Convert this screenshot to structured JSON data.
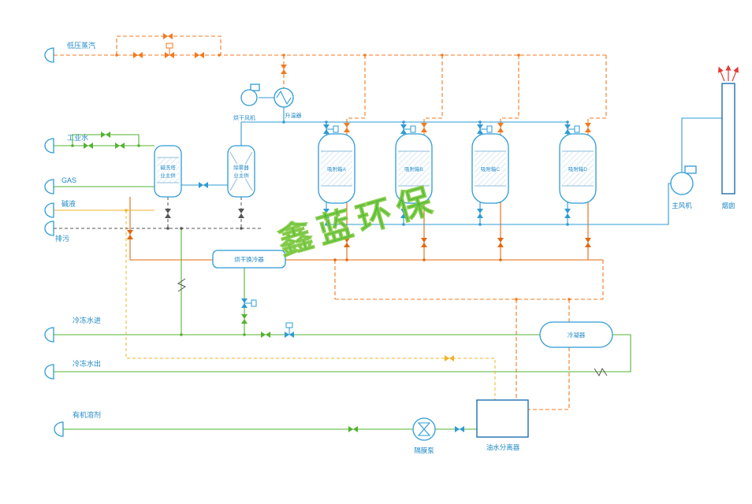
{
  "labels": {
    "steam_in": "低压蒸汽",
    "industrial_water": "工业水",
    "gas": "GAS",
    "alkali": "碱液",
    "drain": "排污",
    "chilled_water_in": "冷冻水进",
    "chilled_water_out": "冷冻水出",
    "organic_solvent": "有机溶剂",
    "drying_fan": "烘干风机",
    "heater": "升温器",
    "scrubber_line1": "碱洗塔",
    "scrubber_line2": "业主供",
    "demister_line1": "除雾器",
    "demister_line2": "业主供",
    "adsorber_a": "吸附箱A",
    "adsorber_b": "吸附箱B",
    "adsorber_c": "吸附箱C",
    "adsorber_d": "吸附箱D",
    "drying_cooler": "烘干换冷器",
    "condenser": "冷凝器",
    "main_fan": "主风机",
    "chimney": "烟囱",
    "diaphragm_pump": "隔膜泵",
    "oil_water_separator": "油水分离器",
    "watermark": "鑫蓝环保"
  },
  "colors": {
    "process_blue": "#2e9bd6",
    "water_green": "#53b332",
    "steam_orange_dashed": "#f4791f",
    "regen_orange": "#e2680f",
    "alkali_yellow": "#f0b429",
    "drain_black": "#555555",
    "label_blue": "#1e88c7",
    "stack_red": "#e53935",
    "watermark_green": "#3db32a"
  }
}
